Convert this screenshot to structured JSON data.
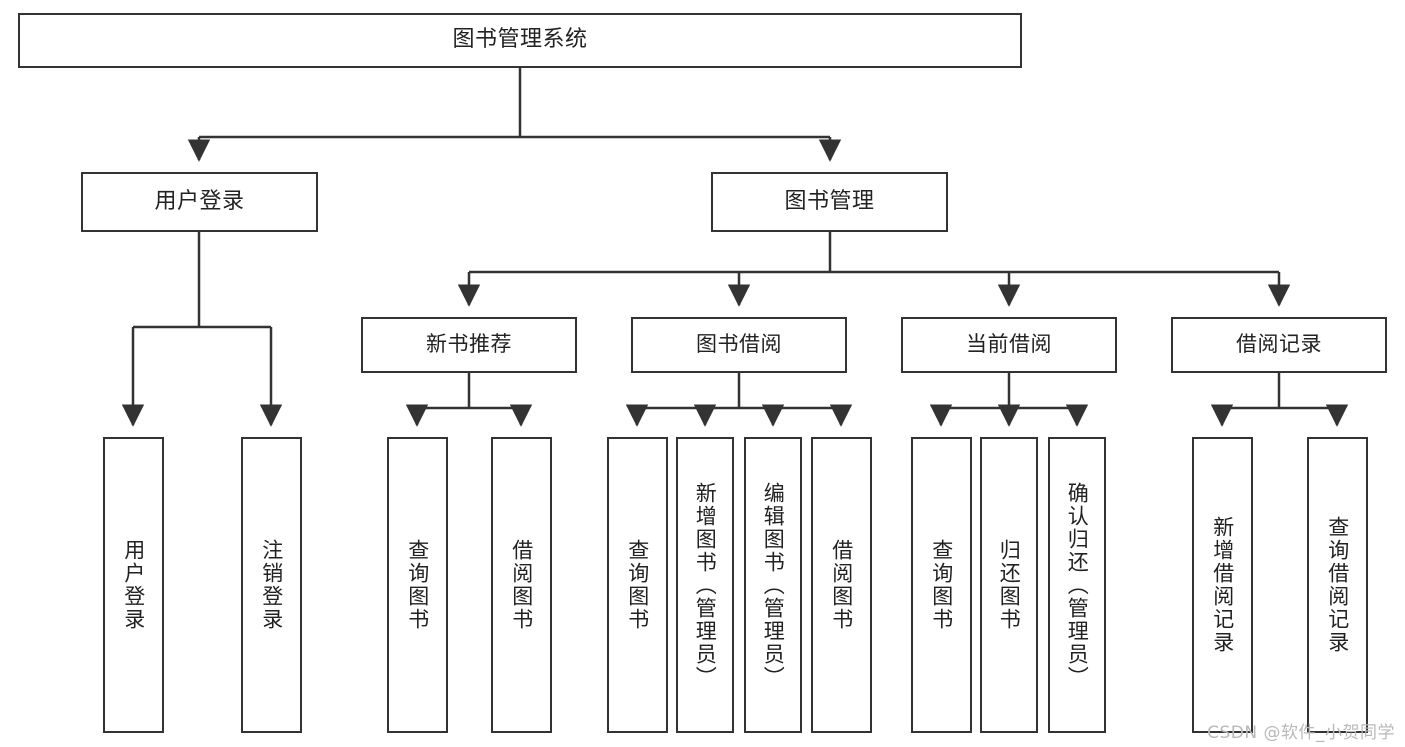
{
  "diagram": {
    "title": "图书管理系统",
    "type": "tree-hierarchy-diagram",
    "colors": {
      "border": "#333333",
      "node_fill": "#ffffff",
      "text": "#222222",
      "background": "#ffffff",
      "watermark": "#b9b9b9"
    },
    "root": {
      "label": "图书管理系统"
    },
    "level1": [
      {
        "id": "user-login",
        "label": "用户登录"
      },
      {
        "id": "book-management",
        "label": "图书管理"
      }
    ],
    "level2": [
      {
        "id": "new-book-recommend",
        "label": "新书推荐",
        "parent": "book-management"
      },
      {
        "id": "book-borrow",
        "label": "图书借阅",
        "parent": "book-management"
      },
      {
        "id": "current-borrow",
        "label": "当前借阅",
        "parent": "book-management"
      },
      {
        "id": "borrow-record",
        "label": "借阅记录",
        "parent": "book-management"
      }
    ],
    "leaves": [
      {
        "id": "leaf-user-login",
        "label": "用户登录",
        "parent": "user-login"
      },
      {
        "id": "leaf-logout-login",
        "label": "注销登录",
        "parent": "user-login"
      },
      {
        "id": "leaf-query-book-1",
        "label": "查询图书",
        "parent": "new-book-recommend"
      },
      {
        "id": "leaf-borrow-book-1",
        "label": "借阅图书",
        "parent": "new-book-recommend"
      },
      {
        "id": "leaf-query-book-2",
        "label": "查询图书",
        "parent": "book-borrow"
      },
      {
        "id": "leaf-add-book",
        "label": "新增图书（管理员）",
        "parent": "book-borrow"
      },
      {
        "id": "leaf-edit-book",
        "label": "编辑图书（管理员）",
        "parent": "book-borrow"
      },
      {
        "id": "leaf-borrow-book-2",
        "label": "借阅图书",
        "parent": "book-borrow"
      },
      {
        "id": "leaf-query-book-3",
        "label": "查询图书",
        "parent": "current-borrow"
      },
      {
        "id": "leaf-return-book",
        "label": "归还图书",
        "parent": "current-borrow"
      },
      {
        "id": "leaf-confirm-return",
        "label": "确认归还（管理员）",
        "parent": "current-borrow"
      },
      {
        "id": "leaf-add-record",
        "label": "新增借阅记录",
        "parent": "borrow-record"
      },
      {
        "id": "leaf-query-record",
        "label": "查询借阅记录",
        "parent": "borrow-record"
      }
    ],
    "watermark": "CSDN @软件_小贺同学"
  }
}
